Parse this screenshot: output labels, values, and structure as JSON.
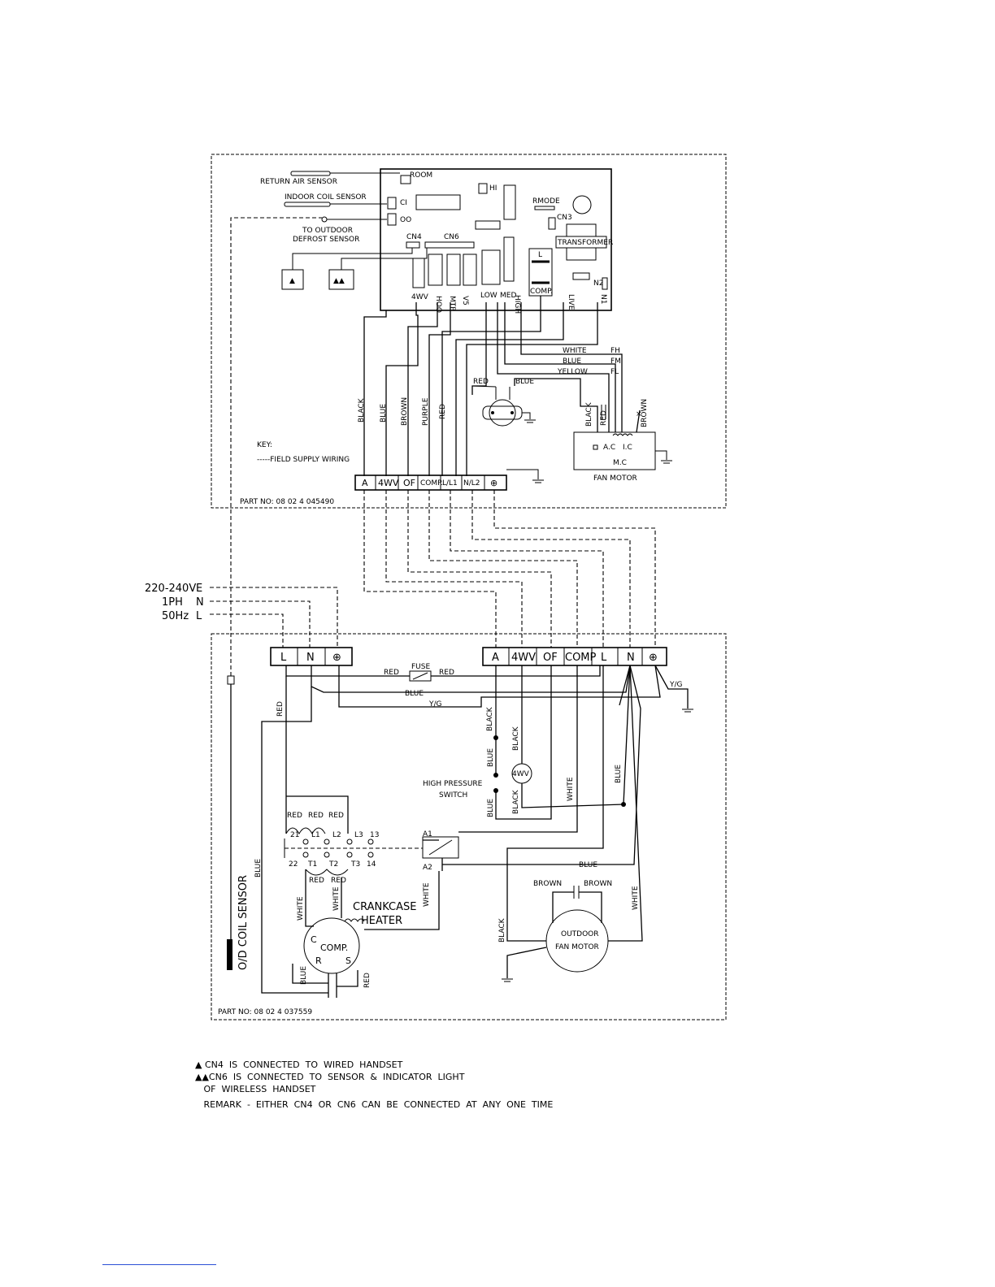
{
  "indoor": {
    "part_no": "PART NO: 08 02 4 045490",
    "room": "ROOM",
    "return_air_sensor": "RETURN AIR SENSOR",
    "indoor_coil_sensor": "INDOOR COIL SENSOR",
    "ci": "CI",
    "oo": "OO",
    "to_outdoor": "TO OUTDOOR",
    "defrost_sensor": "DEFROST SENSOR",
    "cn4": "CN4",
    "cn6": "CN6",
    "hi": "HI",
    "rmode": "RMODE",
    "cn3": "CN3",
    "transformer": "TRANSFORMER",
    "relay_l": "L",
    "relay_comp": "COMP.",
    "n2": "N2",
    "pins": [
      "4WV",
      "HOO",
      "MTP",
      "V5",
      "LOW",
      "MED",
      "HIGH",
      "LIVE",
      "N1"
    ],
    "fan_wires": [
      "WHITE",
      "BLUE",
      "YELLOW"
    ],
    "fan_taps": [
      "FH",
      "FM",
      "FL"
    ],
    "swing_red": "RED",
    "swing_blue": "BLUE",
    "vertical_wires": [
      "BLACK",
      "BLUE",
      "BROWN",
      "PURPLE",
      "RED"
    ],
    "motor_wires": [
      "BLACK",
      "RED",
      "BROWN"
    ],
    "ac": "A.C",
    "ic": "I.C",
    "mc": "M.C",
    "fan_motor": "FAN MOTOR",
    "key": "KEY:",
    "field_supply": "-----FIELD SUPPLY WIRING",
    "terminals": [
      "A",
      "4WV",
      "OF",
      "COMP.",
      "L/L1",
      "N/L2",
      "⊕"
    ]
  },
  "supply": {
    "voltage": "220-240V",
    "phase": "1PH",
    "freq": "50Hz",
    "lines": [
      "E",
      "N",
      "L"
    ]
  },
  "outdoor": {
    "part_no": "PART NO: 08 02 4   037559",
    "left_terminals": [
      "L",
      "N",
      "⊕"
    ],
    "right_terminals": [
      "A",
      "4WV",
      "OF",
      "COMP",
      "L",
      "N",
      "⊕"
    ],
    "fuse": "FUSE",
    "red_left": "RED",
    "red_right": "RED",
    "blue": "BLUE",
    "yg": "Y/G",
    "yg_right": "Y/G",
    "red_vertical": "RED",
    "black1": "BLACK",
    "black2": "BLACK",
    "black3": "BLACK",
    "blue1": "BLUE",
    "blue2": "BLUE",
    "blue3": "BLUE",
    "white1": "WHITE",
    "white2": "WHITE",
    "white3": "WHITE",
    "white4": "WHITE",
    "fourwv": "4WV",
    "hps1": "HIGH PRESSURE",
    "hps2": "SWITCH",
    "contactor_top": [
      "21",
      "L1",
      "L2",
      "L3",
      "13"
    ],
    "contactor_bot": [
      "22",
      "T1",
      "T2",
      "T3",
      "14"
    ],
    "red_top": [
      "RED",
      "RED",
      "RED"
    ],
    "red_bot": [
      "RED",
      "RED"
    ],
    "a1": "A1",
    "a2": "A2",
    "blue_h": "BLUE",
    "brown1": "BROWN",
    "brown2": "BROWN",
    "crankcase1": "CRANKCASE",
    "crankcase2": "HEATER",
    "comp": "COMP.",
    "c": "C",
    "r": "R",
    "s": "S",
    "comp_blue": "BLUE",
    "comp_red": "RED",
    "od_coil": "O/D COIL SENSOR",
    "blue_sensor": "BLUE",
    "outdoor1": "OUTDOOR",
    "outdoor2": "FAN MOTOR",
    "black_fan": "BLACK",
    "white_fan": "WHITE"
  },
  "notes": {
    "n1": "▲ CN4  IS  CONNECTED  TO  WIRED  HANDSET",
    "n2": "▲▲CN6  IS  CONNECTED  TO  SENSOR  &  INDICATOR  LIGHT",
    "n3": "   OF  WIRELESS  HANDSET",
    "n4": "   REMARK  -  EITHER  CN4  OR  CN6  CAN  BE  CONNECTED  AT  ANY  ONE  TIME"
  }
}
